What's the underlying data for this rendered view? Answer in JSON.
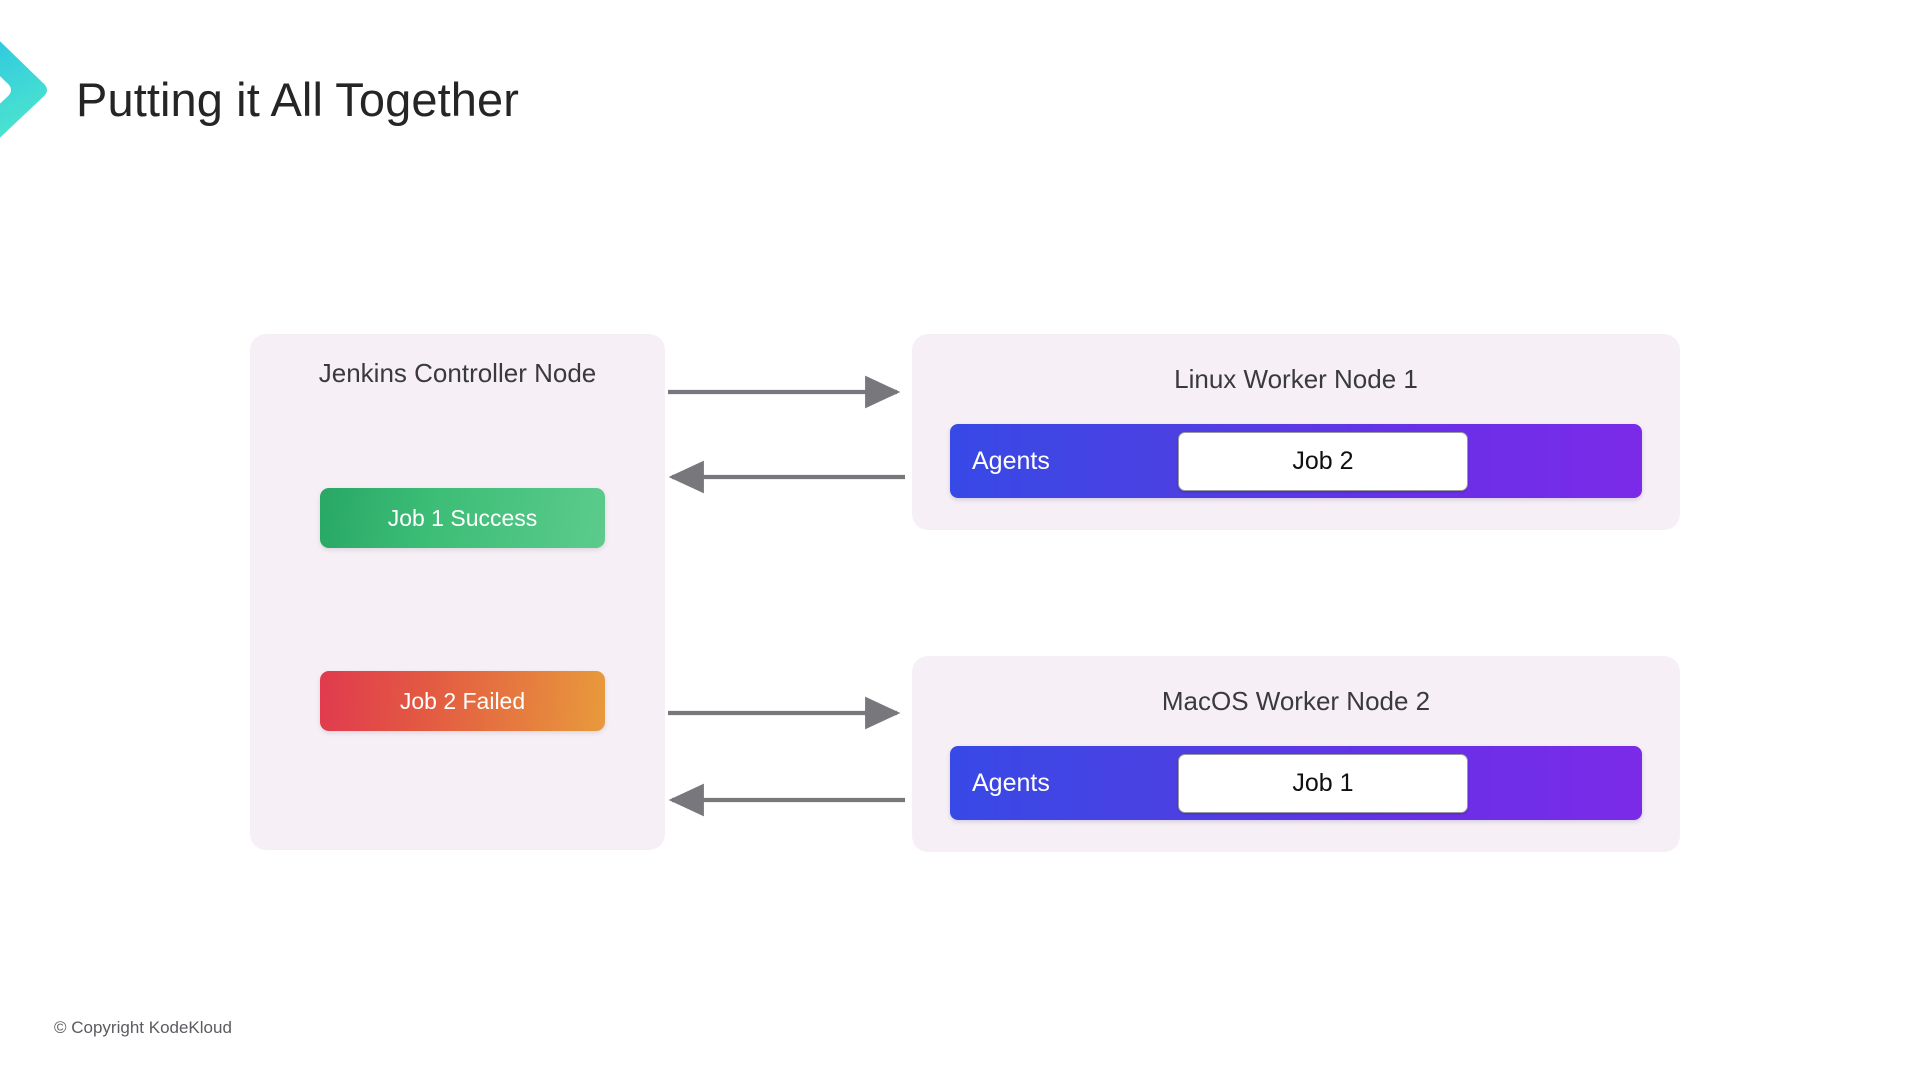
{
  "slide": {
    "title": "Putting it All Together",
    "footer": "© Copyright KodeKloud",
    "brand_icon": "chevron-right-logo"
  },
  "theme": {
    "page_background": "#ffffff",
    "panel_background": "#f6f0f6",
    "title_color": "#252526",
    "panel_title_color": "#3a3a3c",
    "connector_color": "#77777c",
    "brand_gradient_start": "#2bb8e0",
    "brand_gradient_end": "#4fe3cf",
    "success_gradient_start": "#28a765",
    "success_gradient_end": "#5ccb8c",
    "failed_gradient_start": "#e03a4e",
    "failed_gradient_end": "#e89a3c",
    "agents_gradient_start": "#3749e6",
    "agents_gradient_end": "#7b2be8"
  },
  "controller": {
    "title": "Jenkins Controller Node",
    "jobs": [
      {
        "label": "Job 1 Success",
        "status": "success"
      },
      {
        "label": "Job 2 Failed",
        "status": "failed"
      }
    ]
  },
  "workers": [
    {
      "title": "Linux Worker Node 1",
      "agents_label": "Agents",
      "job_label": "Job 2"
    },
    {
      "title": "MacOS Worker Node 2",
      "agents_label": "Agents",
      "job_label": "Job 1"
    }
  ],
  "connectors": [
    {
      "name": "controller-to-worker-1",
      "direction": "right"
    },
    {
      "name": "worker-1-to-controller",
      "direction": "left"
    },
    {
      "name": "controller-to-worker-2",
      "direction": "right"
    },
    {
      "name": "worker-2-to-controller",
      "direction": "left"
    }
  ]
}
